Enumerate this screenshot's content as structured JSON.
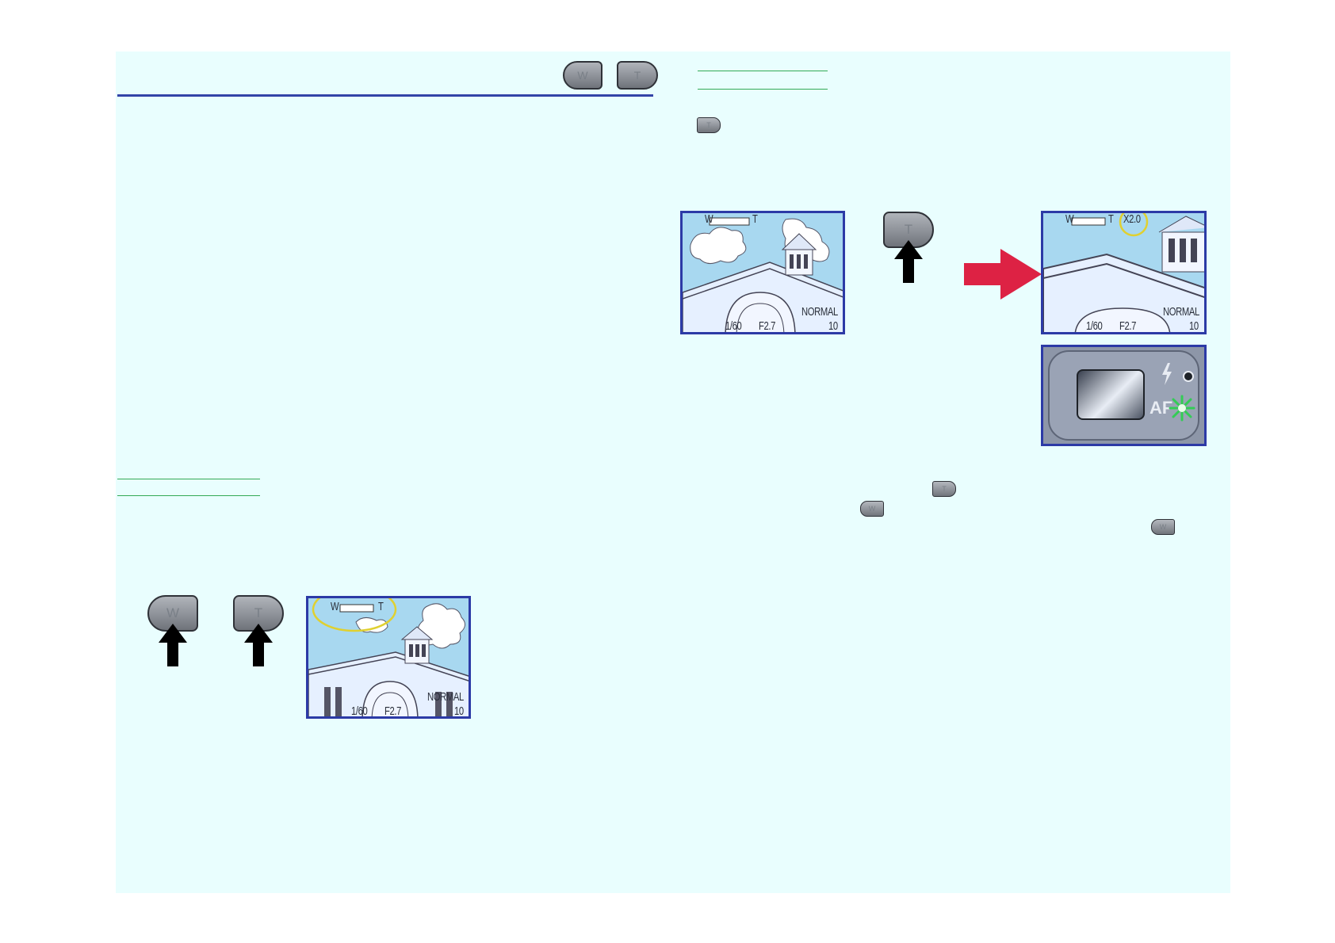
{
  "header": {
    "zoom_buttons": {
      "w_label": "W",
      "t_label": "T"
    }
  },
  "buttons": {
    "w": "W",
    "t": "T"
  },
  "lcd_left": {
    "w": "W",
    "t": "T",
    "shutter": "1/60",
    "aperture": "F2.7",
    "quality": "NORMAL",
    "frames": "10"
  },
  "lcd_mid": {
    "w": "W",
    "t": "T",
    "shutter": "1/60",
    "aperture": "F2.7",
    "quality": "NORMAL",
    "frames": "10"
  },
  "lcd_right": {
    "w": "W",
    "t": "T",
    "zoom": "X2.0",
    "shutter": "1/60",
    "aperture": "F2.7",
    "quality": "NORMAL",
    "frames": "10"
  },
  "viewfinder": {
    "af_label": "AF"
  },
  "colors": {
    "page_bg": "#e9fefe",
    "rule_blue": "#3344a8",
    "rule_green": "#33aa55",
    "lcd_border": "#2c3aa6",
    "highlight_circle": "#e0d030",
    "arrow_red": "#dd2244",
    "af_lamp": "#33cc55"
  }
}
